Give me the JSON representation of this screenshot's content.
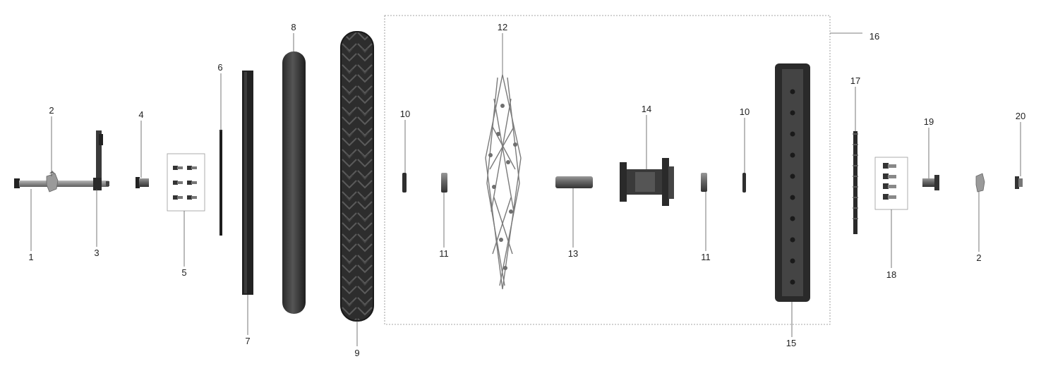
{
  "diagram": {
    "callouts": [
      {
        "id": "c1",
        "label": "1"
      },
      {
        "id": "c2a",
        "label": "2"
      },
      {
        "id": "c3",
        "label": "3"
      },
      {
        "id": "c4",
        "label": "4"
      },
      {
        "id": "c5",
        "label": "5"
      },
      {
        "id": "c6",
        "label": "6"
      },
      {
        "id": "c7",
        "label": "7"
      },
      {
        "id": "c8",
        "label": "8"
      },
      {
        "id": "c9",
        "label": "9"
      },
      {
        "id": "c10a",
        "label": "10"
      },
      {
        "id": "c11a",
        "label": "11"
      },
      {
        "id": "c12",
        "label": "12"
      },
      {
        "id": "c13",
        "label": "13"
      },
      {
        "id": "c14",
        "label": "14"
      },
      {
        "id": "c11b",
        "label": "11"
      },
      {
        "id": "c10b",
        "label": "10"
      },
      {
        "id": "c15",
        "label": "15"
      },
      {
        "id": "c16",
        "label": "16"
      },
      {
        "id": "c17",
        "label": "17"
      },
      {
        "id": "c18",
        "label": "18"
      },
      {
        "id": "c19",
        "label": "19"
      },
      {
        "id": "c2b",
        "label": "2"
      },
      {
        "id": "c20",
        "label": "20"
      }
    ]
  }
}
